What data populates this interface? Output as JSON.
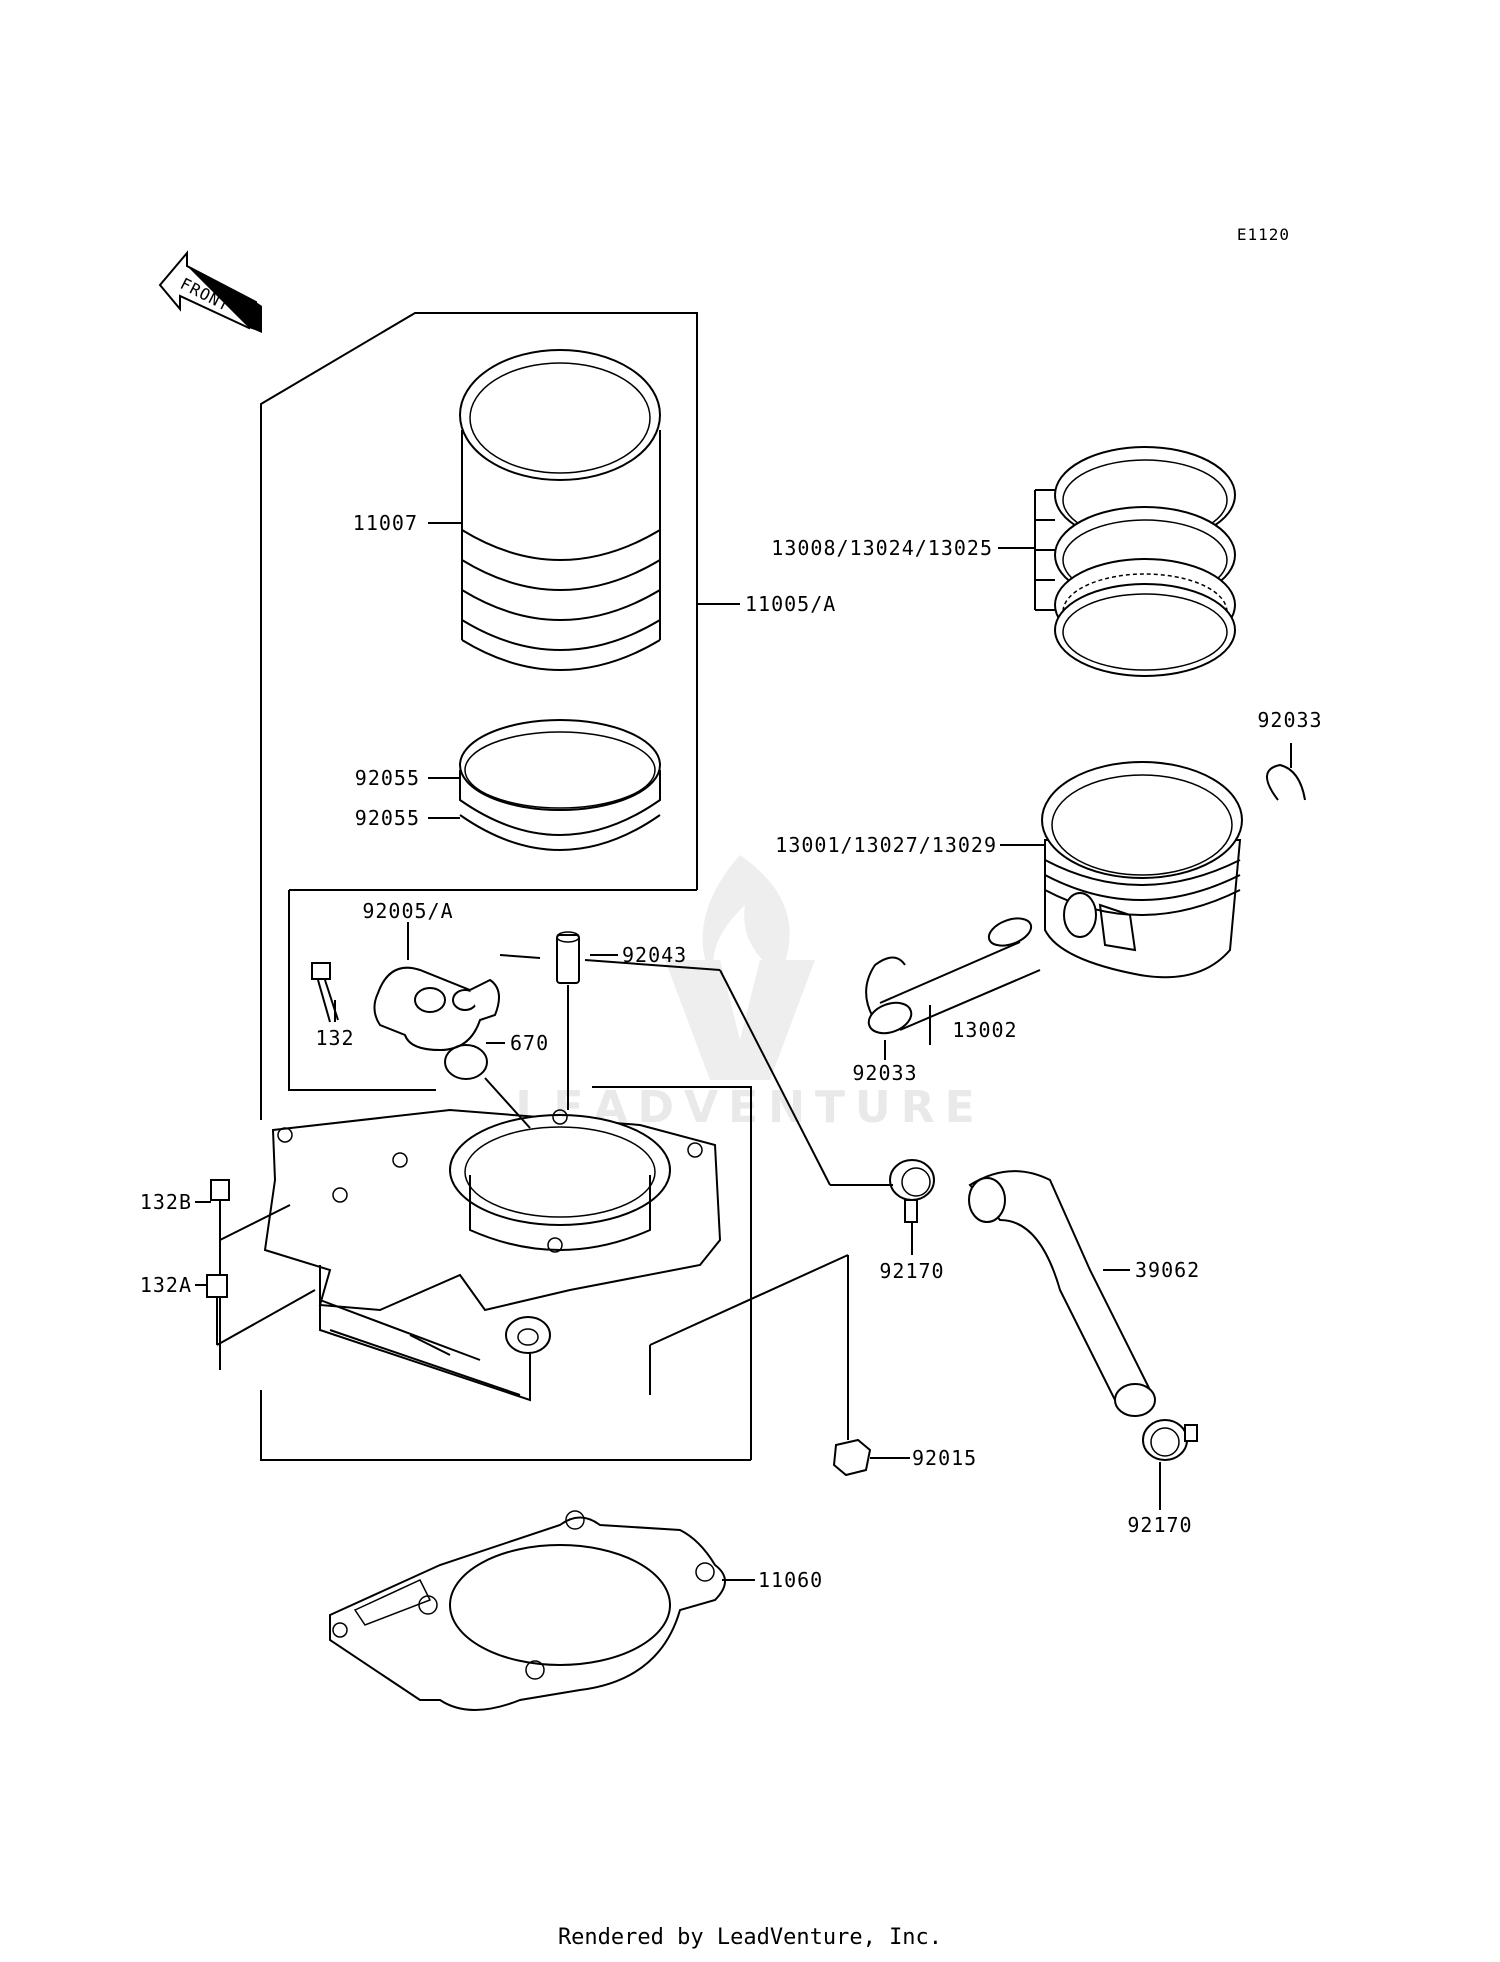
{
  "diagram_code": "E1120",
  "front_label": "FRONT",
  "watermark": "LEADVENTURE",
  "footer": "Rendered by LeadVenture, Inc.",
  "parts": {
    "p11007": "11007",
    "p11005a": "11005/A",
    "p92055_top": "92055",
    "p92055_bottom": "92055",
    "p13008": "13008/13024/13025",
    "p92033_top": "92033",
    "p13001": "13001/13027/13029",
    "p92005a": "92005/A",
    "p92043": "92043",
    "p132": "132",
    "p670": "670",
    "p13002": "13002",
    "p92033_bottom": "92033",
    "p132b": "132B",
    "p132a": "132A",
    "p92170_top": "92170",
    "p39062": "39062",
    "p92015": "92015",
    "p92170_bottom": "92170",
    "p11060": "11060"
  }
}
